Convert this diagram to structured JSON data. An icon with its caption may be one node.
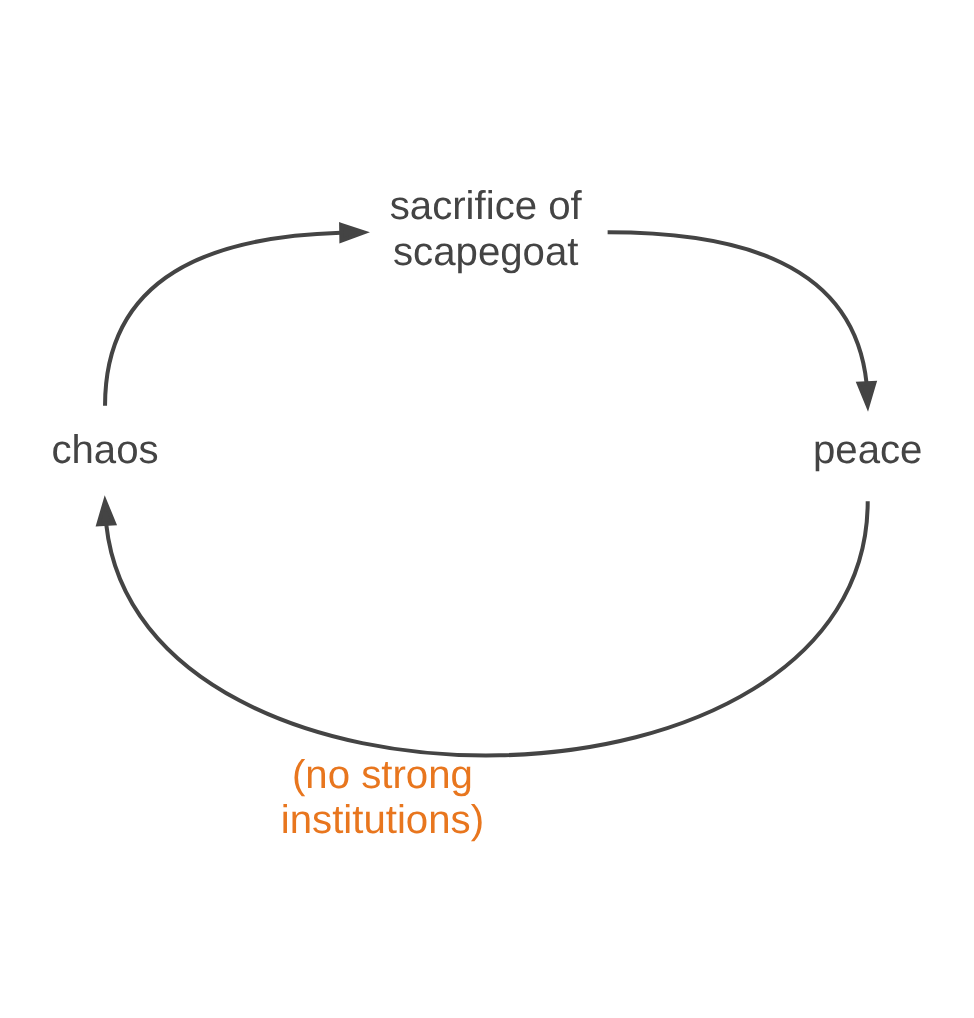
{
  "diagram": {
    "nodes": [
      {
        "text": [
          "sacrifice of scapegoat"
        ]
      },
      {
        "text": [
          "peace"
        ]
      },
      {
        "text": [
          "chaos"
        ]
      }
    ],
    "edges": [
      {
        "from": 0,
        "to": 1,
        "arrow": "to"
      },
      {
        "from": 1,
        "to": 2,
        "arrow": "to",
        "label": "(no strong institutions)"
      },
      {
        "from": 2,
        "to": 0,
        "arrow": "to"
      }
    ]
  }
}
